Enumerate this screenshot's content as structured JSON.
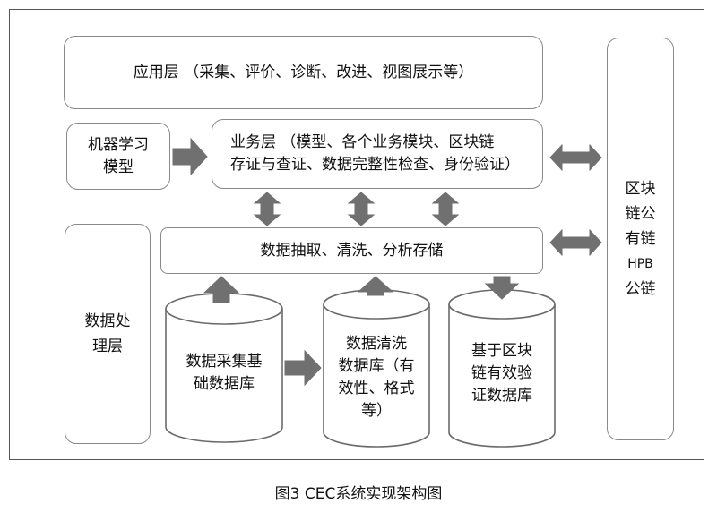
{
  "boxes": {
    "app_layer": "应用层 （采集、评价、诊断、改进、视图展示等）",
    "ml_model_line1": "机器学习",
    "ml_model_line2": "模型",
    "business_line1": "业务层 （模型、各个业务模块、区块链",
    "business_line2": "存证与查证、数据完整性检查、身份验证）",
    "data_extract": "数据抽取、清洗、分析存储",
    "data_proc_line1": "数据处",
    "data_proc_line2": "理层",
    "blockchain_lines": [
      "区块",
      "链公",
      "有链",
      "HPB",
      "公链"
    ]
  },
  "databases": {
    "collect": [
      "数据采集基",
      "础数据库"
    ],
    "clean": [
      "数据清洗",
      "数据库（有",
      "效性、格式",
      "等）"
    ],
    "verify": [
      "基于区块",
      "链有效验",
      "证数据库"
    ]
  },
  "colors": {
    "arrow": "#707070",
    "border": "#8a8a8a"
  },
  "caption": "图3  CEC系统实现架构图"
}
